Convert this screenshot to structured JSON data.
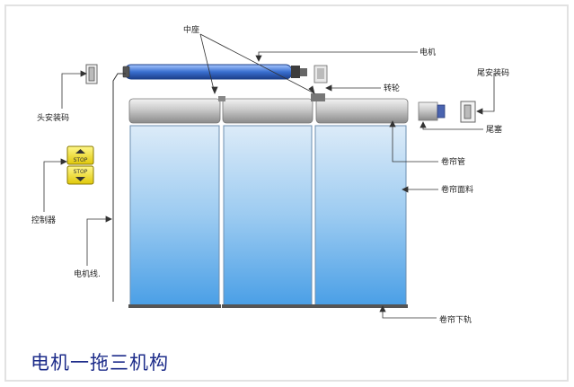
{
  "labels": {
    "zhongzuo": "中座",
    "dianji": "电机",
    "zhuanlun": "转轮",
    "tou_anzhuangma": "头安装码",
    "wei_anzhuangma": "尾安装码",
    "weisai": "尾塞",
    "juanliangguan": "卷帘管",
    "juanlian_mianliao": "卷帘面料",
    "kongzhiqi": "控制器",
    "dianjixian": "电机线.",
    "juanlian_xiagui": "卷帘下轨"
  },
  "controller": {
    "button_up": "STOP",
    "button_down": "STOP"
  },
  "title": "电机一拖三机构",
  "colors": {
    "fabric_top": "#c8e0f4",
    "fabric_bottom": "#4a9fe6",
    "motor": "#3a6fd0",
    "controller": "#f2e21a",
    "title": "#1d2c8a"
  }
}
